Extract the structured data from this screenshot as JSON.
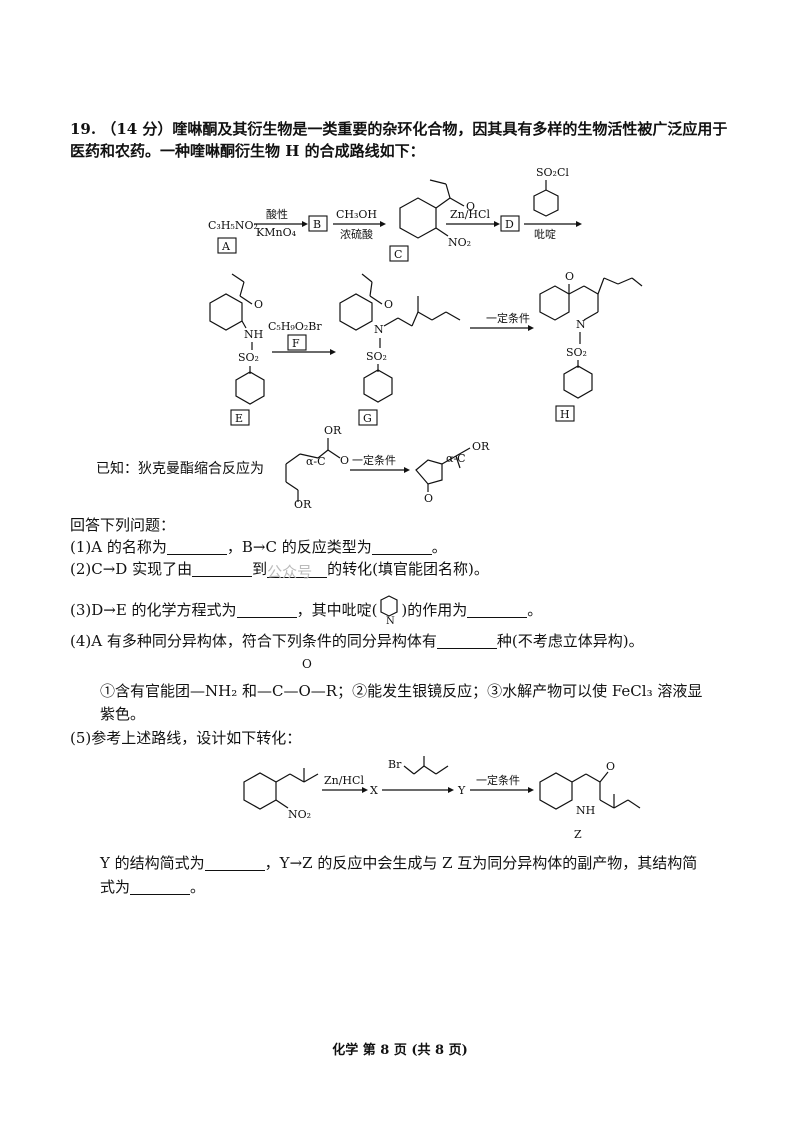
{
  "question": {
    "header": "19. （14 分）喹啉酮及其衍生物是一类重要的杂环化合物，因其具有多样的生物活性被广泛应用于",
    "header2": "医药和农药。一种喹啉酮衍生物 H 的合成路线如下："
  },
  "scheme1": {
    "formula_a": "C₃H₅NO₂",
    "cond1_top": "酸性",
    "cond1_bottom": "KMnO₄",
    "box_a": "A",
    "box_b": "B",
    "cond2_top": "CH₃OH",
    "cond2_bottom": "浓硫酸",
    "box_c": "C",
    "no2_c": "NO₂",
    "cond3_top": "Zn/HCl",
    "box_d": "D",
    "so2cl": "SO₂Cl",
    "cond4_bottom": "吡啶",
    "nh_e": "NH",
    "so2_e": "SO₂",
    "box_e": "E",
    "reagent_f": "C₅H₉O₂Br",
    "box_f": "F",
    "n_g": "N",
    "so2_g": "SO₂",
    "box_g": "G",
    "cond5": "一定条件",
    "o_h": "O",
    "n_h": "N",
    "so2_h": "SO₂",
    "box_h": "H"
  },
  "known": {
    "label": "已知：狄克曼酯缩合反应为",
    "or1": "OR",
    "or2": "OR",
    "or3": "OR",
    "alpha1": "α-C",
    "alpha2": "α-C",
    "o1": "O",
    "o2": "O",
    "cond": "一定条件"
  },
  "questions": {
    "intro": "回答下列问题：",
    "q1a": "(1)A 的名称为",
    "q1b": "，B→C 的反应类型为",
    "q1c": "。",
    "q2a": "(2)C→D 实现了由",
    "q2b": "到",
    "q2_watermark": "公众号",
    "q2c": "的转化(填官能团名称)。",
    "q3a": "(3)D→E 的化学方程式为",
    "q3b": "，其中吡啶(",
    "q3_n": "N",
    "q3c": ")的作用为",
    "q3d": "。",
    "q4a": "(4)A 有多种同分异构体，符合下列条件的同分异构体有",
    "q4b": "种(不考虑立体异构)。",
    "q4_cond_a": "①含有官能团—NH₂ 和",
    "q4_o": "O",
    "q4_ester": "—C—O—R",
    "q4_cond_b": "；②能发生银镜反应；③水解产物可以使 FeCl₃ 溶液显",
    "q4_cond_c": "紫色。",
    "q5": "(5)参考上述路线，设计如下转化：",
    "q5_no2": "NO₂",
    "q5_cond1": "Zn/HCl",
    "q5_x": "X",
    "q5_br": "Br",
    "q5_y": "Y",
    "q5_cond2": "一定条件",
    "q5_nh": "NH",
    "q5_o": "O",
    "q5_z": "Z",
    "q5_text_a": "Y 的结构简式为",
    "q5_text_b": "，Y→Z 的反应中会生成与 Z 互为同分异构体的副产物，其结构简",
    "q5_text_c": "式为",
    "q5_text_d": "。"
  },
  "footer": "化学 第 8 页 (共 8 页)"
}
